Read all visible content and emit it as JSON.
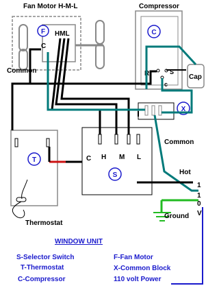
{
  "labels": {
    "fan_motor": "Fan Motor H-M-L",
    "compressor": "Compressor",
    "common_left": "Common",
    "common_right": "Common",
    "hot": "Hot",
    "ground": "Ground",
    "thermostat": "Thermostat",
    "cap": "Cap",
    "hml": "HML",
    "fan_c": "C",
    "relay_r": "R",
    "relay_s": "S",
    "relay_c": "c",
    "switch_c": "C",
    "switch_h": "H",
    "switch_m": "M",
    "switch_l": "L",
    "term_1a": "1",
    "term_1b": "1",
    "term_0": "0",
    "volt_v": "V"
  },
  "circles": {
    "fan": "F",
    "compressor": "C",
    "common_block": "X",
    "thermostat": "T",
    "selector": "S"
  },
  "legend": {
    "title": "WINDOW UNIT",
    "left": [
      "S-Selector Switch",
      "T-Thermostat",
      "C-Compressor"
    ],
    "right": [
      "F-Fan Motor",
      "X-Common Block",
      "110 volt Power"
    ]
  },
  "colors": {
    "wire_black": "#000000",
    "wire_teal": "#007a7a",
    "wire_green": "#22bb22",
    "wire_red": "#cc1111",
    "legend_blue": "#1a1acc",
    "component_gray": "#888888"
  }
}
